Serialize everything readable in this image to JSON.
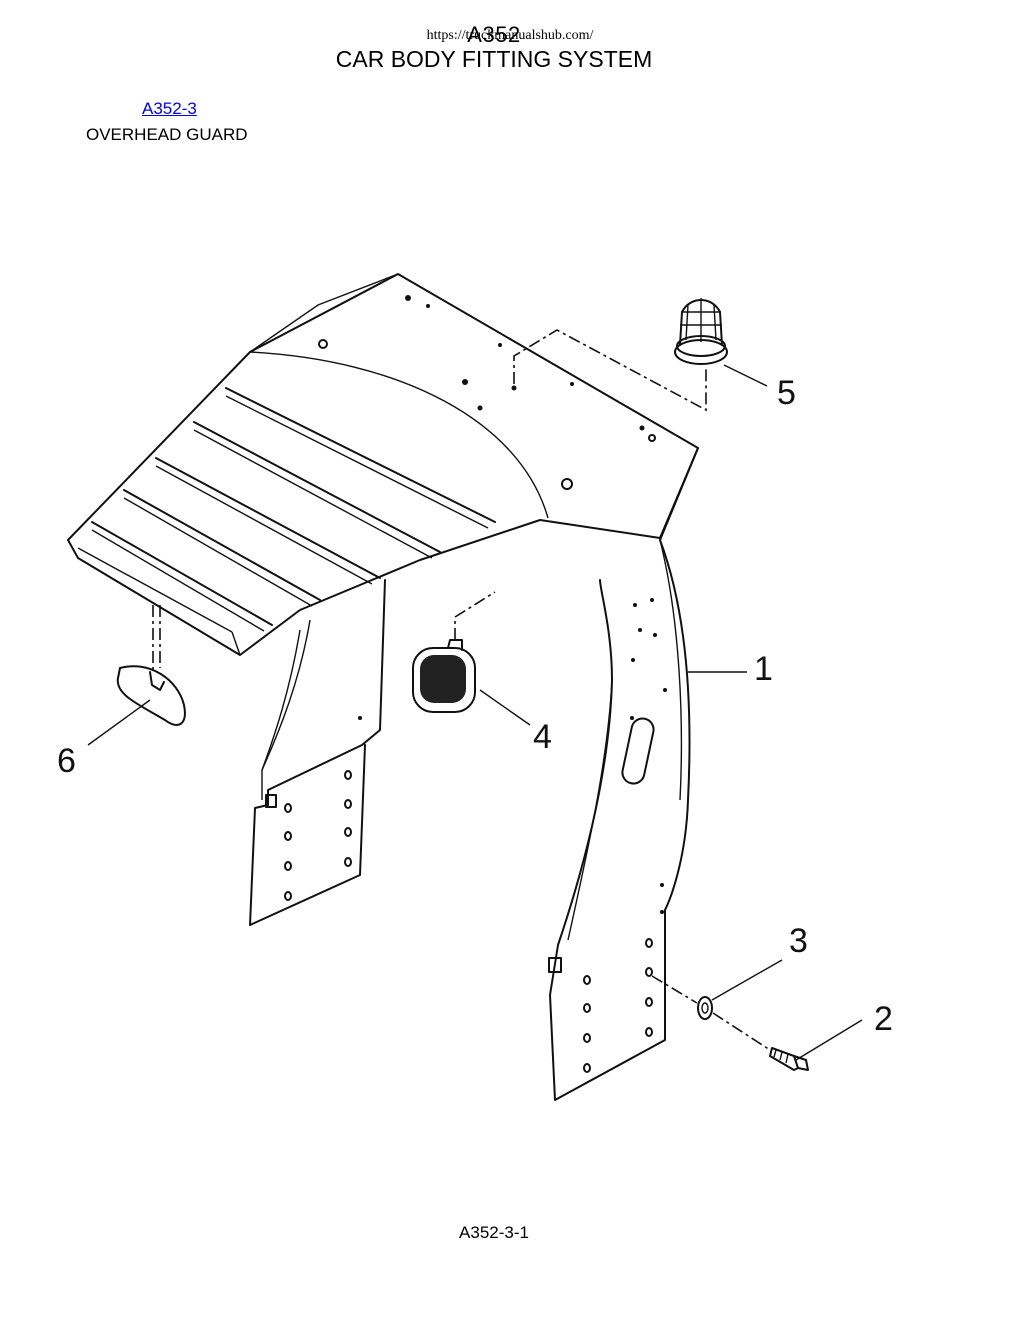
{
  "header": {
    "watermark_url": "https://truckmanualshub.com/",
    "doc_code": "A352",
    "title": "CAR BODY FITTING SYSTEM"
  },
  "section": {
    "link_label": "A352-3",
    "name": "OVERHEAD GUARD"
  },
  "diagram": {
    "callouts": [
      "1",
      "2",
      "3",
      "4",
      "5",
      "6"
    ]
  },
  "footer": {
    "page_number": "A352-3-1"
  }
}
